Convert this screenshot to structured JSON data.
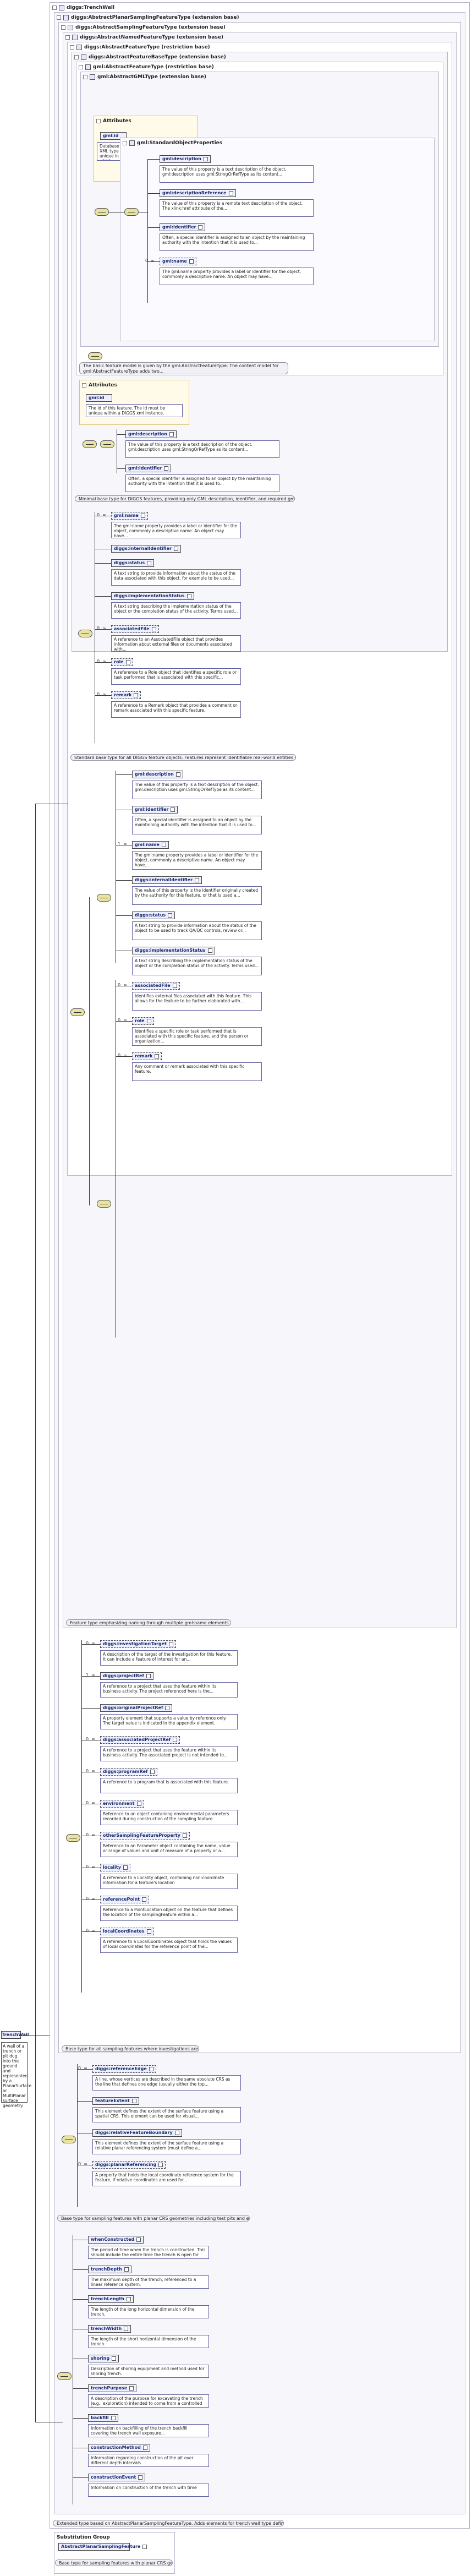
{
  "root": {
    "title": "diggs:TrenchWall",
    "element_name": "TrenchWall",
    "documentation": "A wall of a trench or pit dug into the ground and represented by a PlanarSurface or MultiPlanar surface geometry."
  },
  "bases": {
    "planar_sampling": "diggs:AbstractPlanarSamplingFeatureType (extension base)",
    "sampling_feature": "diggs:AbstractSamplingFeatureType (extension base)",
    "named_feature": "diggs:AbstractNamedFeatureType (extension base)",
    "feature": "diggs:AbstractFeatureType (restriction base)",
    "feature_base": "diggs:AbstractFeatureBaseType (extension base)",
    "gml_feature": "gml:AbstractFeatureType (restriction base)",
    "gml": "gml:AbstractGMLType (extension base)"
  },
  "attributes": {
    "title1": "Attributes",
    "gml_id": "gml:id",
    "gml_id_doc": "Database handle for the object. It is of XML type ID, so is constrained to be unique in the XML document within which...",
    "title2": "Attributes",
    "gml_id2": "gml:id",
    "gml_id2_doc": "The id of this feature. The id must be unique within a DIGGS xml instance."
  },
  "standard_props": {
    "title": "gml:StandardObjectProperties",
    "items": [
      {
        "name": "gml:description",
        "doc": "The value of this property is a text description of the object. gml:description uses gml:StringOrRefType as its content..."
      },
      {
        "name": "gml:descriptionReference",
        "doc": "The value of this property is a remote text description of the object. The xlink:href attribute of the..."
      },
      {
        "name": "gml:identifier",
        "doc": "Often, a special identifier is assigned to an object by the maintaining authority with the intention that it is used to..."
      },
      {
        "name": "gml:name",
        "occ": "0..∞",
        "doc": "The gml:name property provides a label or identifier for the object, commonly a descriptive name. An object may have..."
      }
    ]
  },
  "notes": {
    "gml_feature": "The basic feature model is given by the gml:AbstractFeatureType. The content model for gml:AbstractFeatureType adds two...",
    "feature_base": "Minimal base type for DIGGS features, providing only GML description, identifier, and required gml:id.",
    "feature": "Standard base type for all DIGGS feature objects. Features represent identifiable real-world entities such as projects,...",
    "named": "Feature type emphasizing naming through multiple gml:name elements.",
    "sampling": "Base type for all sampling features where investigations are conducted.",
    "planar": "Base type for sampling features with planar CRS geometries including test pits and excavations.",
    "trench": "Extended type based on AbstractPlanarSamplingFeatureType. Adds elements for trench wall type definition."
  },
  "feature_base_items": [
    {
      "name": "gml:description",
      "doc": "The value of this property is a text description of the object. gml:description uses gml:StringOrRefType as its content..."
    },
    {
      "name": "gml:identifier",
      "doc": "Often, a special identifier is assigned to an object by the maintaining authority with the intention that it is used to..."
    }
  ],
  "feature_items": [
    {
      "name": "gml:name",
      "occ": "0..∞",
      "doc": "The gml:name property provides a label or identifier for the object, commonly a descriptive name. An object may have..."
    },
    {
      "name": "diggs:internalIdentifier",
      "doc": ""
    },
    {
      "name": "diggs:status",
      "doc": "A text string to provide information about the status of the data associated with this object, for example to be used..."
    },
    {
      "name": "diggs:implementationStatus",
      "doc": "A text string describing the implementation status of the object or the completion status of the activity. Terms used..."
    },
    {
      "name": "associatedFile",
      "occ": "0..∞",
      "doc": "A reference to an AssociatedFile object that provides information about external files or documents associated with..."
    },
    {
      "name": "role",
      "occ": "0..∞",
      "doc": "A reference to a Role object that identifies a specific role or task performed that is associated with this specific..."
    },
    {
      "name": "remark",
      "occ": "0..∞",
      "doc": "A reference to a Remark object that provides a comment or remark associated with this specific feature."
    }
  ],
  "named_items": [
    {
      "name": "gml:description",
      "doc": "The value of this property is a text description of the object. gml:description uses gml:StringOrRefType as its content..."
    },
    {
      "name": "gml:identifier",
      "doc": "Often, a special identifier is assigned to an object by the maintaining authority with the intention that it is used to..."
    },
    {
      "name": "gml:name",
      "occ": "1..∞",
      "doc": "The gml:name property provides a label or identifier for the object, commonly a descriptive name. An object may have..."
    },
    {
      "name": "diggs:internalIdentifier",
      "doc": "The value of this property is the identifier originally created by the authority for this feature, or that is used a..."
    },
    {
      "name": "diggs:status",
      "doc": "A text string to provide information about the status of the object to be used to track QA/QC controls, review or..."
    },
    {
      "name": "diggs:implementationStatus",
      "doc": "A text string describing the implementation status of the object or the completion status of the activity. Terms used..."
    },
    {
      "name": "associatedFile",
      "occ": "0..∞",
      "doc": "Identifies external files associated with this feature. This allows for the feature to be further elaborated with..."
    },
    {
      "name": "role",
      "occ": "0..∞",
      "doc": "Identifies a specific role or task performed that is associated with this specific feature, and the person or organization..."
    },
    {
      "name": "remark",
      "occ": "0..∞",
      "doc": "Any comment or remark associated with this specific feature."
    }
  ],
  "sampling_items": [
    {
      "name": "diggs:investigationTarget",
      "occ": "0..∞",
      "doc": "A description of the target of the investigation for this feature. It can include a feature of interest for an..."
    },
    {
      "name": "diggs:projectRef",
      "occ": "1..∞",
      "doc": "A reference to a project that uses the feature within its business activity. The project referenced here is the..."
    },
    {
      "name": "diggs:originalProjectRef",
      "doc": "A property element that supports a value by reference only. The target value is indicated in the appendix element."
    },
    {
      "name": "diggs:associatedProjectRef",
      "occ": "0..∞",
      "doc": "A reference to a project that uses the feature within its business activity. The associated project is not intended to..."
    },
    {
      "name": "diggs:programRef",
      "occ": "0..∞",
      "doc": "A reference to a program that is associated with this feature."
    },
    {
      "name": "environment",
      "occ": "0..∞",
      "doc": "Reference to an object containing environmental parameters recorded during construction of the sampling feature"
    },
    {
      "name": "otherSamplingFeatureProperty",
      "occ": "0..∞",
      "doc": "Reference to an Parameter object containing the name, value or range of values and unit of measure of a property or a..."
    },
    {
      "name": "locality",
      "occ": "0..∞",
      "doc": "A reference to a Locality object, containing non-coordinate information for a feature's location"
    },
    {
      "name": "referencePoint",
      "occ": "0..∞",
      "doc": "Reference to a PointLocation object on the feature that defines the location of the samplingFeature within a..."
    },
    {
      "name": "localCoordinates",
      "occ": "0..∞",
      "doc": "A reference to a LocalCoordinates object that holds the values of local coordinates for the reference point of the..."
    }
  ],
  "planar_items": [
    {
      "name": "diggs:referenceEdge",
      "occ": "0..∞",
      "doc": "A line, whose vertices are described in the same absolute CRS as the line that defines one edge (usually either the top..."
    },
    {
      "name": "featureExtent",
      "doc": "This element defines the extent of the surface feature using a spatial CRS. This element can be used for visual..."
    },
    {
      "name": "diggs:relativeFeatureBoundary",
      "doc": "This element defines the extent of the surface feature using a relative planar referencing system (must define a..."
    },
    {
      "name": "diggs:planarReferencing",
      "occ": "0..∞",
      "doc": "A property that holds the local coordinate reference system for the feature, if relative coordinates are used for..."
    }
  ],
  "trench_items": [
    {
      "name": "whenConstructed",
      "doc": "The period of time when the trench is constructed. This should include the entire time the trench is open for logging..."
    },
    {
      "name": "trenchDepth",
      "doc": "The maximum depth of the trench, referenced to a linear reference system."
    },
    {
      "name": "trenchLength",
      "doc": "The length of the long horizontal dimension of the trench."
    },
    {
      "name": "trenchWidth",
      "doc": "The length of the short horizontal dimension of the trench."
    },
    {
      "name": "shoring",
      "doc": "Description of shoring equipment and method used for shoring trench."
    },
    {
      "name": "trenchPurpose",
      "doc": "A description of the purpose for excavating the trench (e.g., exploration) intended to come from a controlled list."
    },
    {
      "name": "backfill",
      "doc": "Information on backfilling of the trench backfill covering the trench wall exposure..."
    },
    {
      "name": "constructionMethod",
      "doc": "Information regarding construction of the pit over different depth intervals."
    },
    {
      "name": "constructionEvent",
      "doc": "Information on construction of the trench with time"
    }
  ],
  "substitution": {
    "title": "Substitution Group",
    "name": "AbstractPlanarSamplingFeature",
    "doc": "Base type for sampling features with planar CRS geometries."
  }
}
